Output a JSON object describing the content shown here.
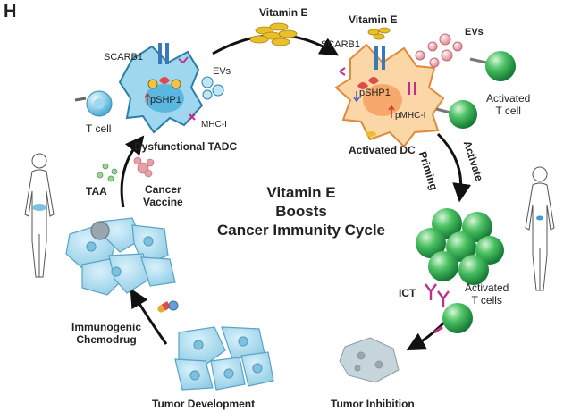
{
  "panel_label": "H",
  "title_lines": [
    "Vitamin E",
    "Boosts",
    "Cancer Immunity Cycle"
  ],
  "labels": {
    "vitamin_e_top": "Vitamin E",
    "vitamin_e_dc": "Vitamin E",
    "scarb1_left": "SCARB1",
    "scarb1_right": "SCARB1",
    "psHP1_left": "pSHP1",
    "psHP1_right": "pSHP1",
    "evs_left": "EVs",
    "evs_right": "EVs",
    "mhc1_left": "MHC-I",
    "pmhc1_right": "pMHC-I",
    "t_cell": "T cell",
    "dysfunctional_tadc": "Dysfunctional TADC",
    "activated_dc": "Activated DC",
    "activated_t_cell_top_line1": "Activated",
    "activated_t_cell_top_line2": "T cell",
    "taa": "TAA",
    "cancer_vaccine_line1": "Cancer",
    "cancer_vaccine_line2": "Vaccine",
    "priming": "Priming",
    "activate": "Activate",
    "activated_t_cells_line1": "Activated",
    "activated_t_cells_line2": "T cells",
    "ict": "ICT",
    "immunogenic_line1": "Immunogenic",
    "immunogenic_line2": "Chemodrug",
    "tumor_development": "Tumor Development",
    "tumor_inhibition": "Tumor Inhibition"
  },
  "colors": {
    "tadc_fill": "#9fd8ee",
    "tadc_nucleus": "#5ab7e0",
    "dc_fill": "#fbd7a8",
    "dc_nucleus": "#f6a96a",
    "t_cell_green": "#2fa84f",
    "tumor_cell": "#a8d8ec",
    "vitamin_gold": "#e9c02a",
    "receptor_magenta": "#c0308a",
    "ev_pink": "#e8a0a8"
  },
  "icons": [
    "human-silhouette-icon",
    "antibody-icon",
    "capsule-icon",
    "vitamin-tablet-icon"
  ]
}
